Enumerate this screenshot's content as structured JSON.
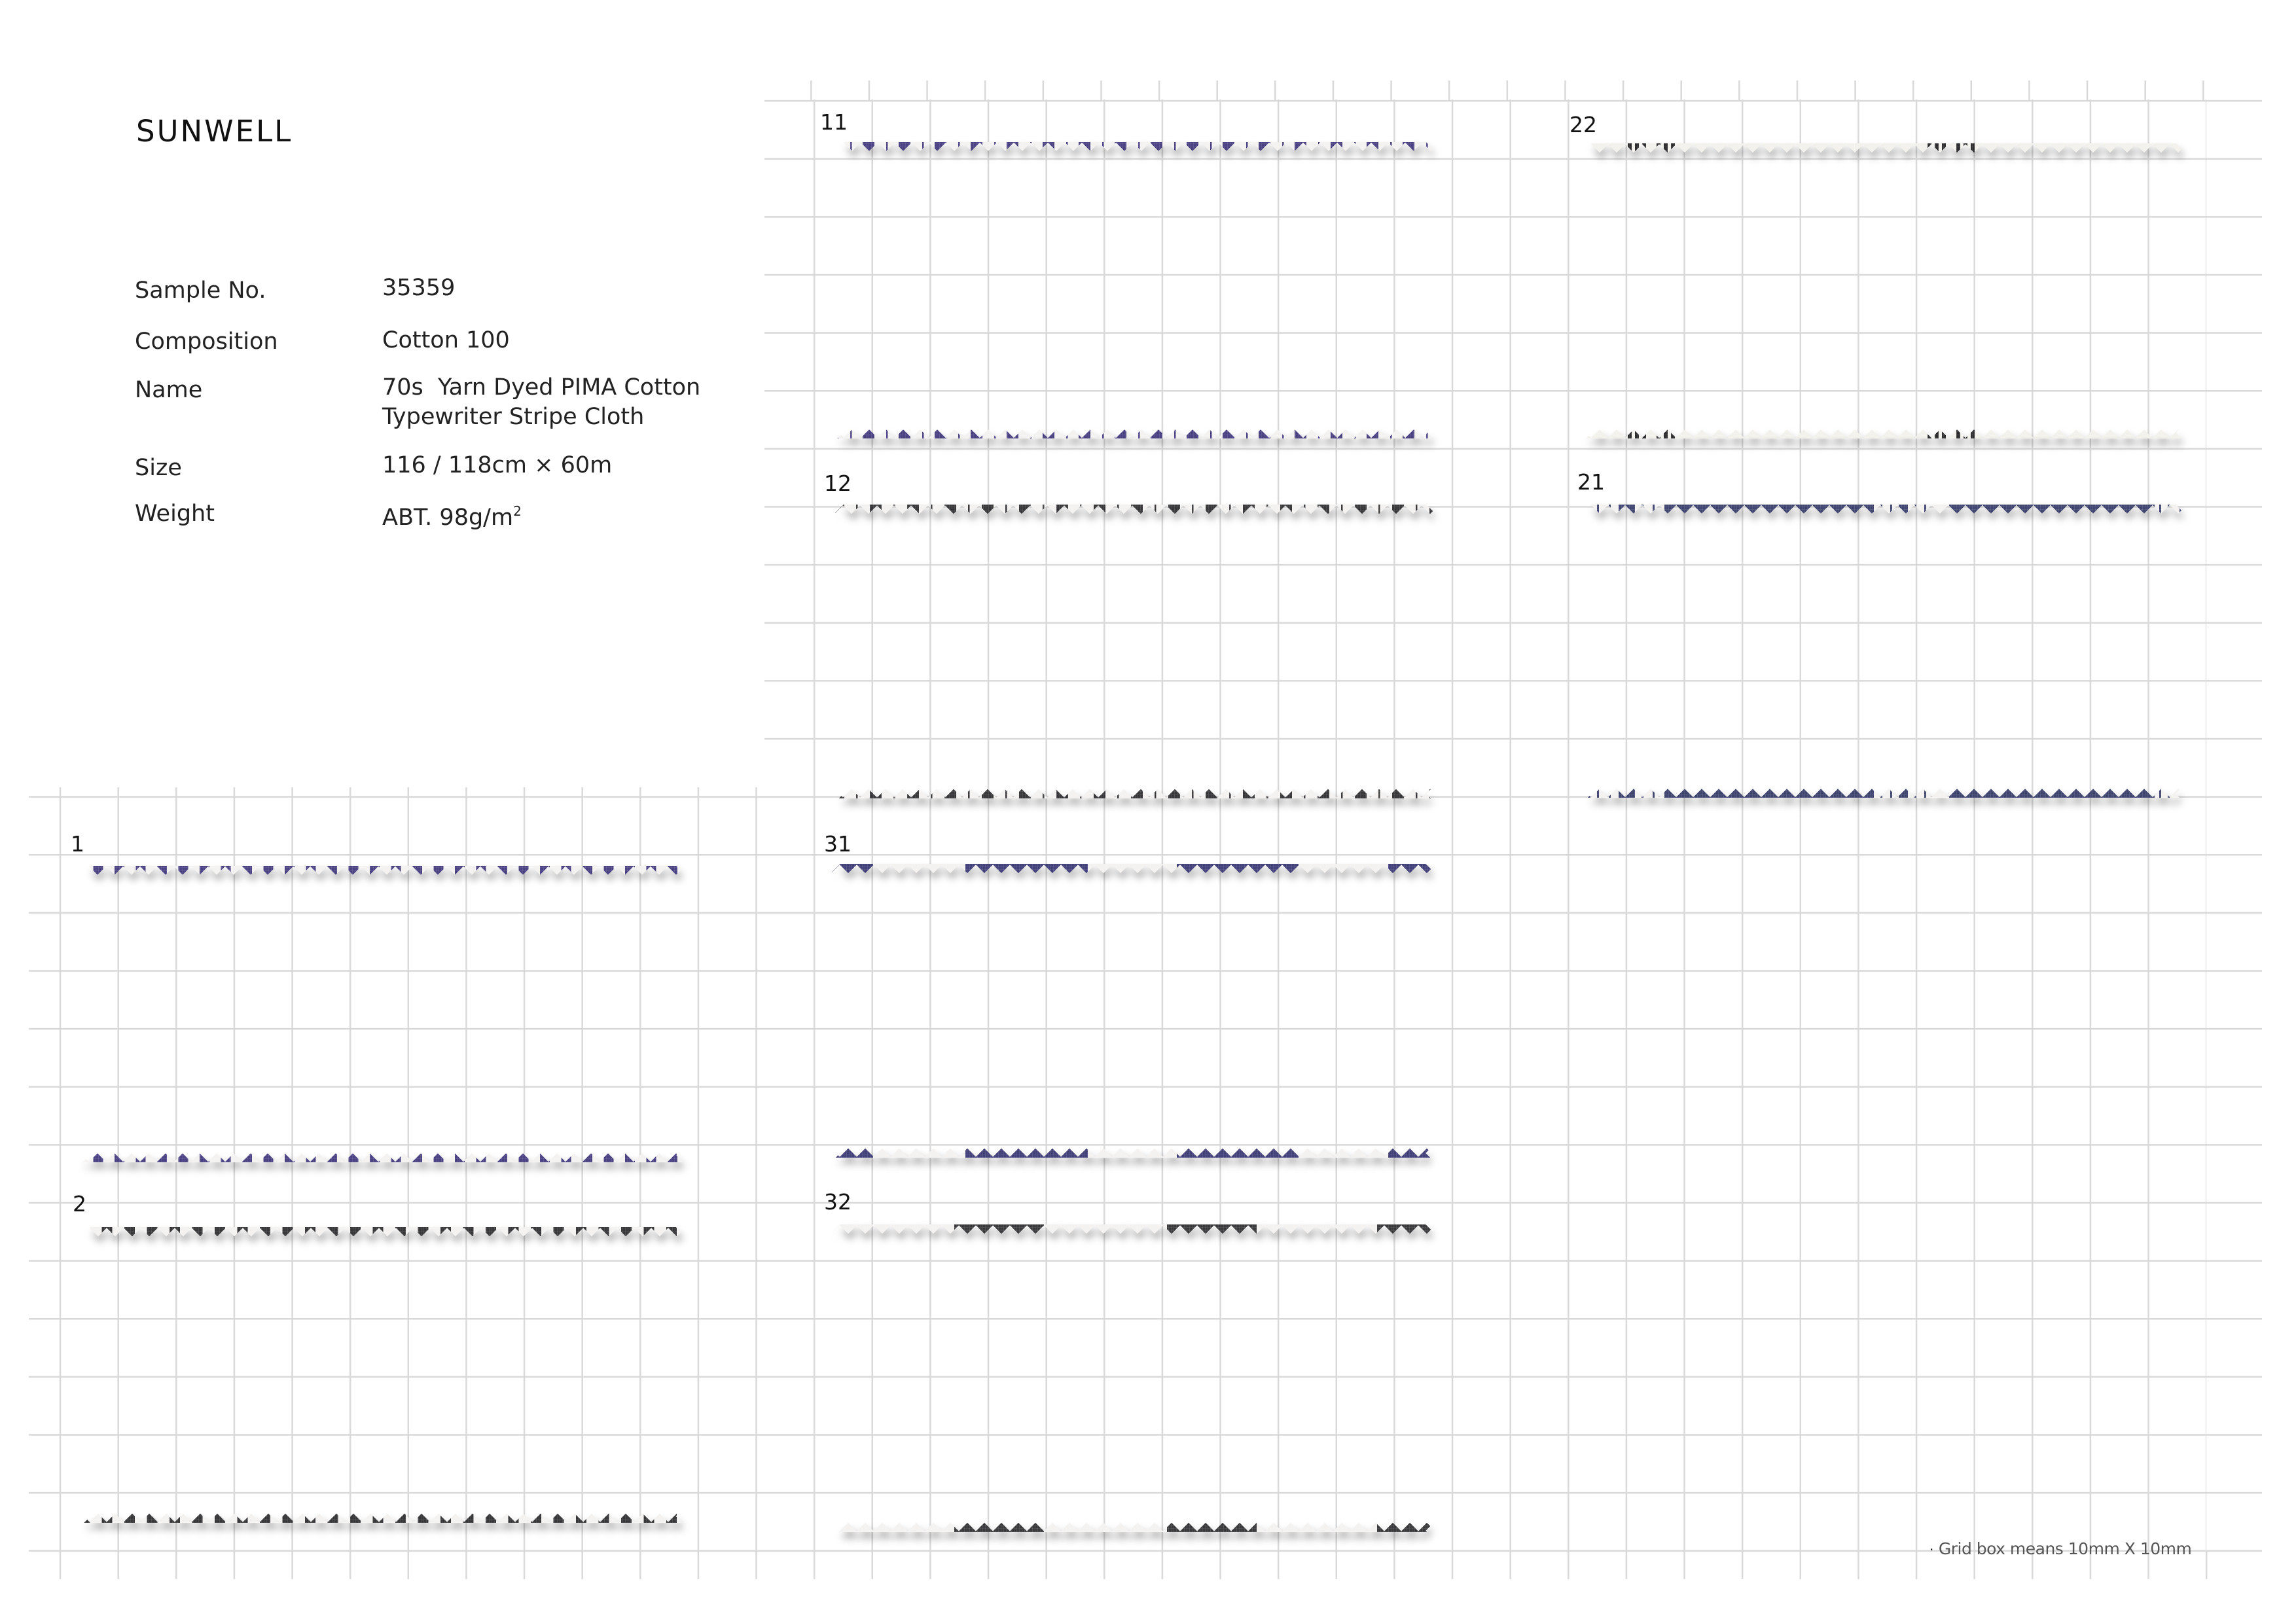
{
  "brand": "SUNWELL",
  "specs": [
    {
      "label": "Sample No.",
      "value": "35359"
    },
    {
      "label": "Composition",
      "value": "Cotton 100"
    },
    {
      "label": "Name",
      "value": "70s  Yarn Dyed PIMA Cotton",
      "value_line2": "Typewriter Stripe Cloth"
    },
    {
      "label": "Size",
      "value": "116 / 118cm × 60m"
    },
    {
      "label": "Weight",
      "value": "ABT. 98g/m",
      "value_sup": "2"
    }
  ],
  "swatches": [
    {
      "id": "1",
      "label": "1",
      "pattern": "narrow stripe",
      "colors": {
        "stripe": "#4a4283",
        "ground": "#f3f2f0"
      }
    },
    {
      "id": "2",
      "label": "2",
      "pattern": "narrow stripe",
      "colors": {
        "stripe": "#37373a",
        "ground": "#f3f2f0"
      }
    },
    {
      "id": "11",
      "label": "11",
      "pattern": "typewriter stripe",
      "colors": {
        "stripe": "#4a4283",
        "ground": "#f3f2f0"
      }
    },
    {
      "id": "12",
      "label": "12",
      "pattern": "typewriter stripe",
      "colors": {
        "stripe": "#38383b",
        "ground": "#f3f2f0"
      }
    },
    {
      "id": "31",
      "label": "31",
      "pattern": "wide block stripe",
      "colors": {
        "stripe": "#43417a",
        "ground": "#f3f2f0"
      }
    },
    {
      "id": "32",
      "label": "32",
      "pattern": "wide block stripe",
      "colors": {
        "stripe": "#3a3a3d",
        "ground": "#f3f2f0"
      }
    },
    {
      "id": "22",
      "label": "22",
      "pattern": "grouped pin stripe",
      "colors": {
        "stripe": "#2e2e30",
        "ground": "#f3f1ec"
      }
    },
    {
      "id": "21",
      "label": "21",
      "pattern": "grouped pin stripe",
      "colors": {
        "stripe": "#40456f",
        "ground": "#f3f2f0"
      }
    }
  ],
  "grid": {
    "line_color": "#d9d9d9",
    "box_size": "10mm"
  },
  "footnote": {
    "bullet": "·",
    "text": "Grid box means 10mm X 10mm"
  }
}
